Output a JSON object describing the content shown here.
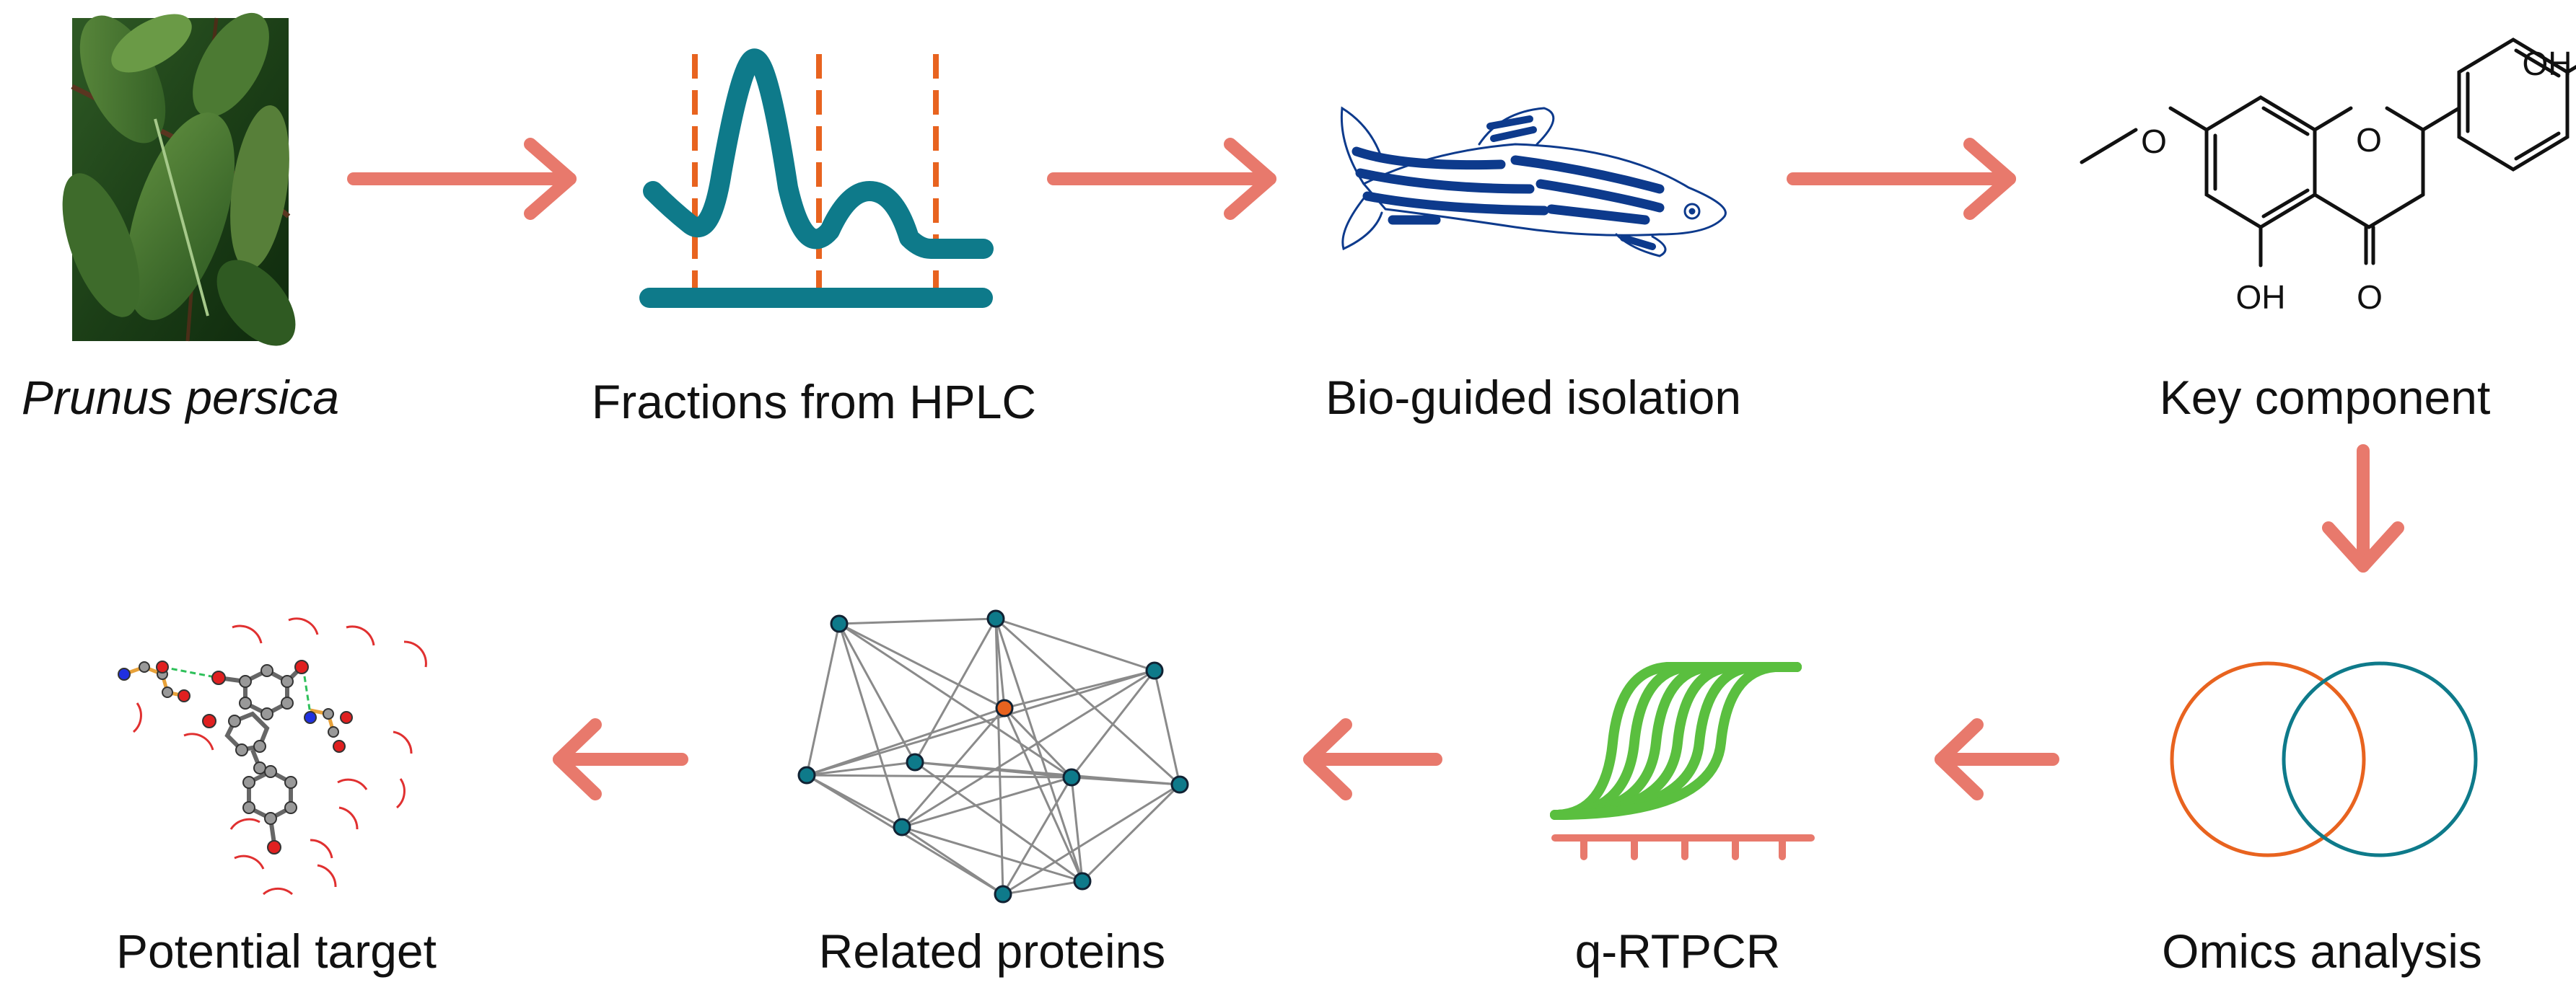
{
  "steps": [
    {
      "label": "Prunus persica",
      "icon": "plant-photo-icon"
    },
    {
      "label": "Fractions from HPLC",
      "icon": "hplc-chromatogram-icon"
    },
    {
      "label": "Bio-guided isolation",
      "icon": "zebrafish-icon"
    },
    {
      "label": "Key component",
      "icon": "flavanone-structure-icon"
    },
    {
      "label": "Omics analysis",
      "icon": "venn-diagram-icon"
    },
    {
      "label": "q-RTPCR",
      "icon": "amplification-curves-icon"
    },
    {
      "label": "Related proteins",
      "icon": "protein-network-icon"
    },
    {
      "label": "Potential target",
      "icon": "docking-interaction-icon"
    }
  ],
  "molecule": {
    "oh_top": "OH",
    "oh_bottom": "OH",
    "ring_o": "O",
    "carbonyl_o": "O"
  },
  "colors": {
    "arrow": "#e8796c",
    "teal": "#0e7a8a",
    "orange": "#e8631f",
    "fish_blue": "#0d3a8c",
    "pcr_green": "#5abf3f",
    "pcr_axis": "#e8796c",
    "leaf_dark": "#1f4a1a"
  }
}
